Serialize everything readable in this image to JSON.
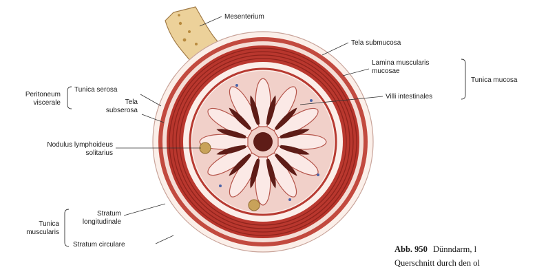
{
  "labels": {
    "mesenterium": "Mesenterium",
    "tela_submucosa": "Tela submucosa",
    "lamina_muscularis_mucosae_1": "Lamina muscularis",
    "lamina_muscularis_mucosae_2": "mucosae",
    "tunica_mucosa": "Tunica mucosa",
    "villi_intestinales": "Villi intestinales",
    "peritoneum_viscerale_1": "Peritoneum",
    "peritoneum_viscerale_2": "viscerale",
    "tunica_serosa": "Tunica serosa",
    "tela_subserosa_1": "Tela",
    "tela_subserosa_2": "subserosa",
    "nodulus_1": "Nodulus lymphoideus",
    "nodulus_2": "solitarius",
    "tunica_muscularis_1": "Tunica",
    "tunica_muscularis_2": "muscularis",
    "stratum_longitudinale_1": "Stratum",
    "stratum_longitudinale_2": "longitudinale",
    "stratum_circulare": "Stratum circulare"
  },
  "caption": {
    "figure_no": "Abb. 950",
    "line1": "Dünndarm, l",
    "line2": "Querschnitt durch den ol"
  },
  "colors": {
    "muscle": "#c8443a",
    "muscle_dark": "#9c2a22",
    "mucosa": "#f1d2cc",
    "serosa": "#fbf1ec",
    "lumen_dark": "#5a1a16",
    "mesentery_fat": "#e9c88a"
  }
}
